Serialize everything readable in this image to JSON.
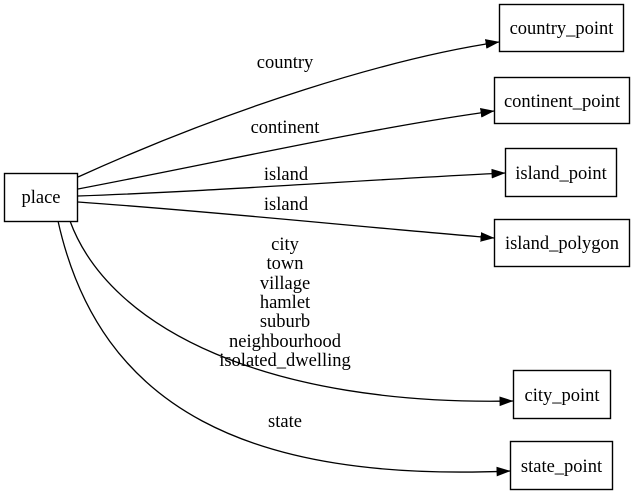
{
  "diagram": {
    "type": "directed-graph",
    "colors": {
      "background": "#ffffff",
      "stroke": "#000000",
      "text": "#000000"
    },
    "nodes": {
      "place": {
        "label": "place"
      },
      "country_point": {
        "label": "country_point"
      },
      "continent_point": {
        "label": "continent_point"
      },
      "island_point": {
        "label": "island_point"
      },
      "island_polygon": {
        "label": "island_polygon"
      },
      "city_point": {
        "label": "city_point"
      },
      "state_point": {
        "label": "state_point"
      }
    },
    "edges": {
      "country": {
        "from": "place",
        "to": "country_point",
        "label": "country"
      },
      "continent": {
        "from": "place",
        "to": "continent_point",
        "label": "continent"
      },
      "island_to_point": {
        "from": "place",
        "to": "island_point",
        "label": "island"
      },
      "island_to_polygon": {
        "from": "place",
        "to": "island_polygon",
        "label": "island"
      },
      "city": {
        "from": "place",
        "to": "city_point",
        "label_lines": [
          "city",
          "town",
          "village",
          "hamlet",
          "suburb",
          "neighbourhood",
          "isolated_dwelling"
        ]
      },
      "state": {
        "from": "place",
        "to": "state_point",
        "label": "state"
      }
    }
  }
}
